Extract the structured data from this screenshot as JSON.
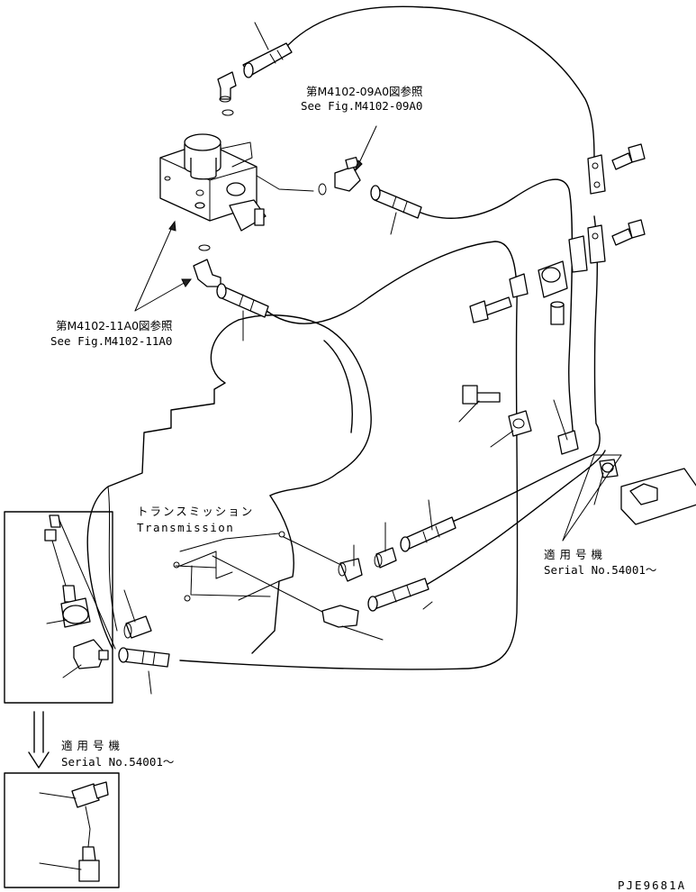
{
  "references": {
    "ref_0909": {
      "jp": "第M4102-09A0図参照",
      "en": "See Fig.M4102-09A0"
    },
    "ref_1110": {
      "jp": "第M4102-11A0図参照",
      "en": "See Fig.M4102-11A0"
    }
  },
  "transmission": {
    "jp": "トランスミッション",
    "en": "Transmission"
  },
  "serial_right": {
    "jp": "適用号機",
    "en": "Serial No.54001～"
  },
  "serial_bottom": {
    "jp": "適用号機",
    "en": "Serial No.54001～"
  },
  "drawing_number": "PJE9681A"
}
